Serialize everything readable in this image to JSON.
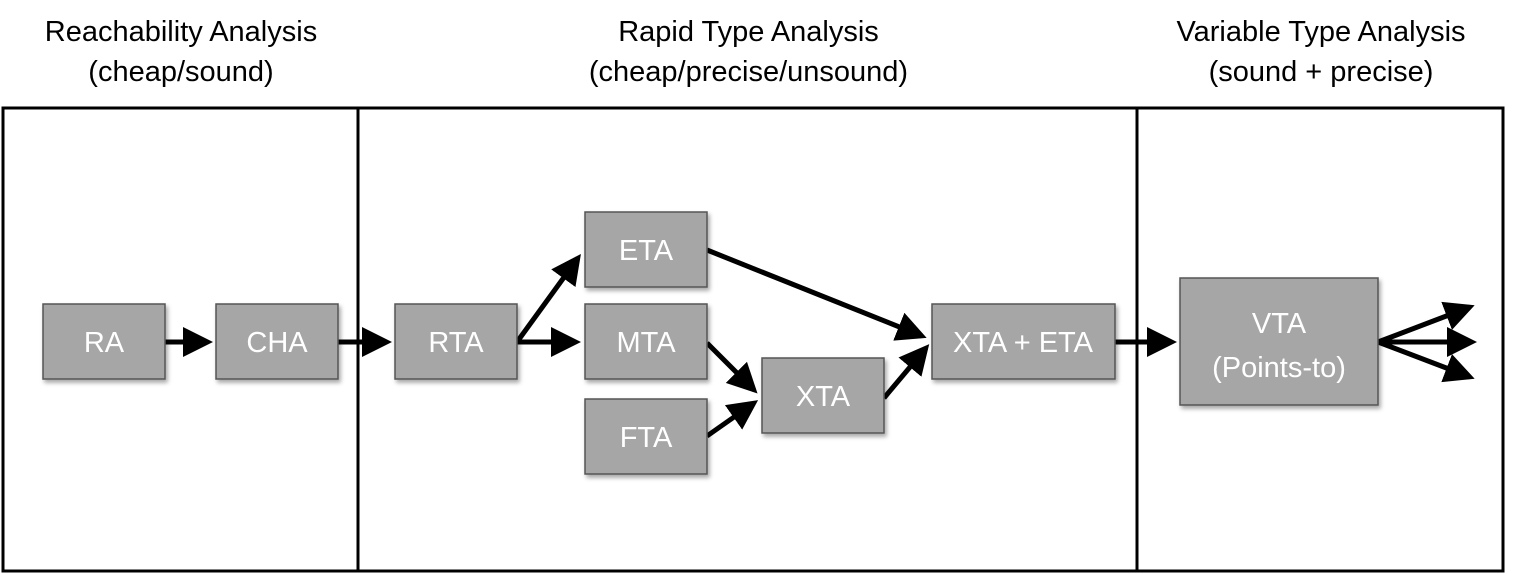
{
  "sections": [
    {
      "id": "reachability",
      "title": "Reachability Analysis",
      "subtitle": "(cheap/sound)"
    },
    {
      "id": "rapid",
      "title": "Rapid Type Analysis",
      "subtitle": "(cheap/precise/unsound)"
    },
    {
      "id": "variable",
      "title": "Variable Type Analysis",
      "subtitle": "(sound + precise)"
    }
  ],
  "nodes": {
    "ra": "RA",
    "cha": "CHA",
    "rta": "RTA",
    "eta": "ETA",
    "mta": "MTA",
    "fta": "FTA",
    "xta": "XTA",
    "xta_eta": "XTA + ETA",
    "vta_line1": "VTA",
    "vta_line2": "(Points-to)"
  },
  "colors": {
    "node_fill": "#a6a6a6",
    "node_stroke": "#555555",
    "node_text": "#ffffff",
    "frame": "#000000",
    "arrow": "#000000"
  }
}
